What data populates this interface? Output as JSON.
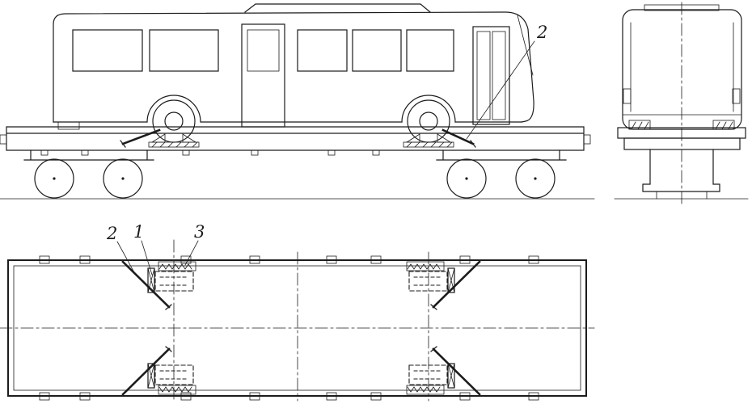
{
  "ui": {
    "type": "technical-drawing",
    "background": "#ffffff",
    "ink": "#1c1c1c"
  },
  "callouts": {
    "side_view": [
      {
        "label": "2"
      }
    ],
    "plan_view": [
      {
        "label": "2"
      },
      {
        "label": "1"
      },
      {
        "label": "3"
      }
    ]
  }
}
